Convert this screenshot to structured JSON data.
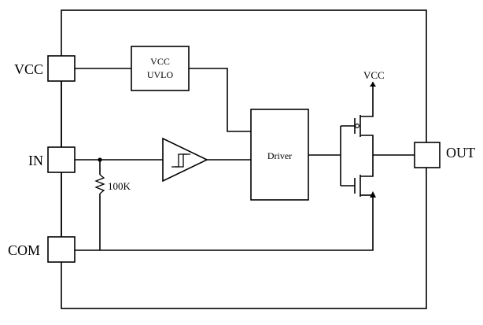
{
  "pins": {
    "vcc": "VCC",
    "in": "IN",
    "com": "COM",
    "out": "OUT"
  },
  "blocks": {
    "uvlo_line1": "VCC",
    "uvlo_line2": "UVLO",
    "driver": "Driver",
    "resistor": "100K",
    "supply": "VCC"
  }
}
